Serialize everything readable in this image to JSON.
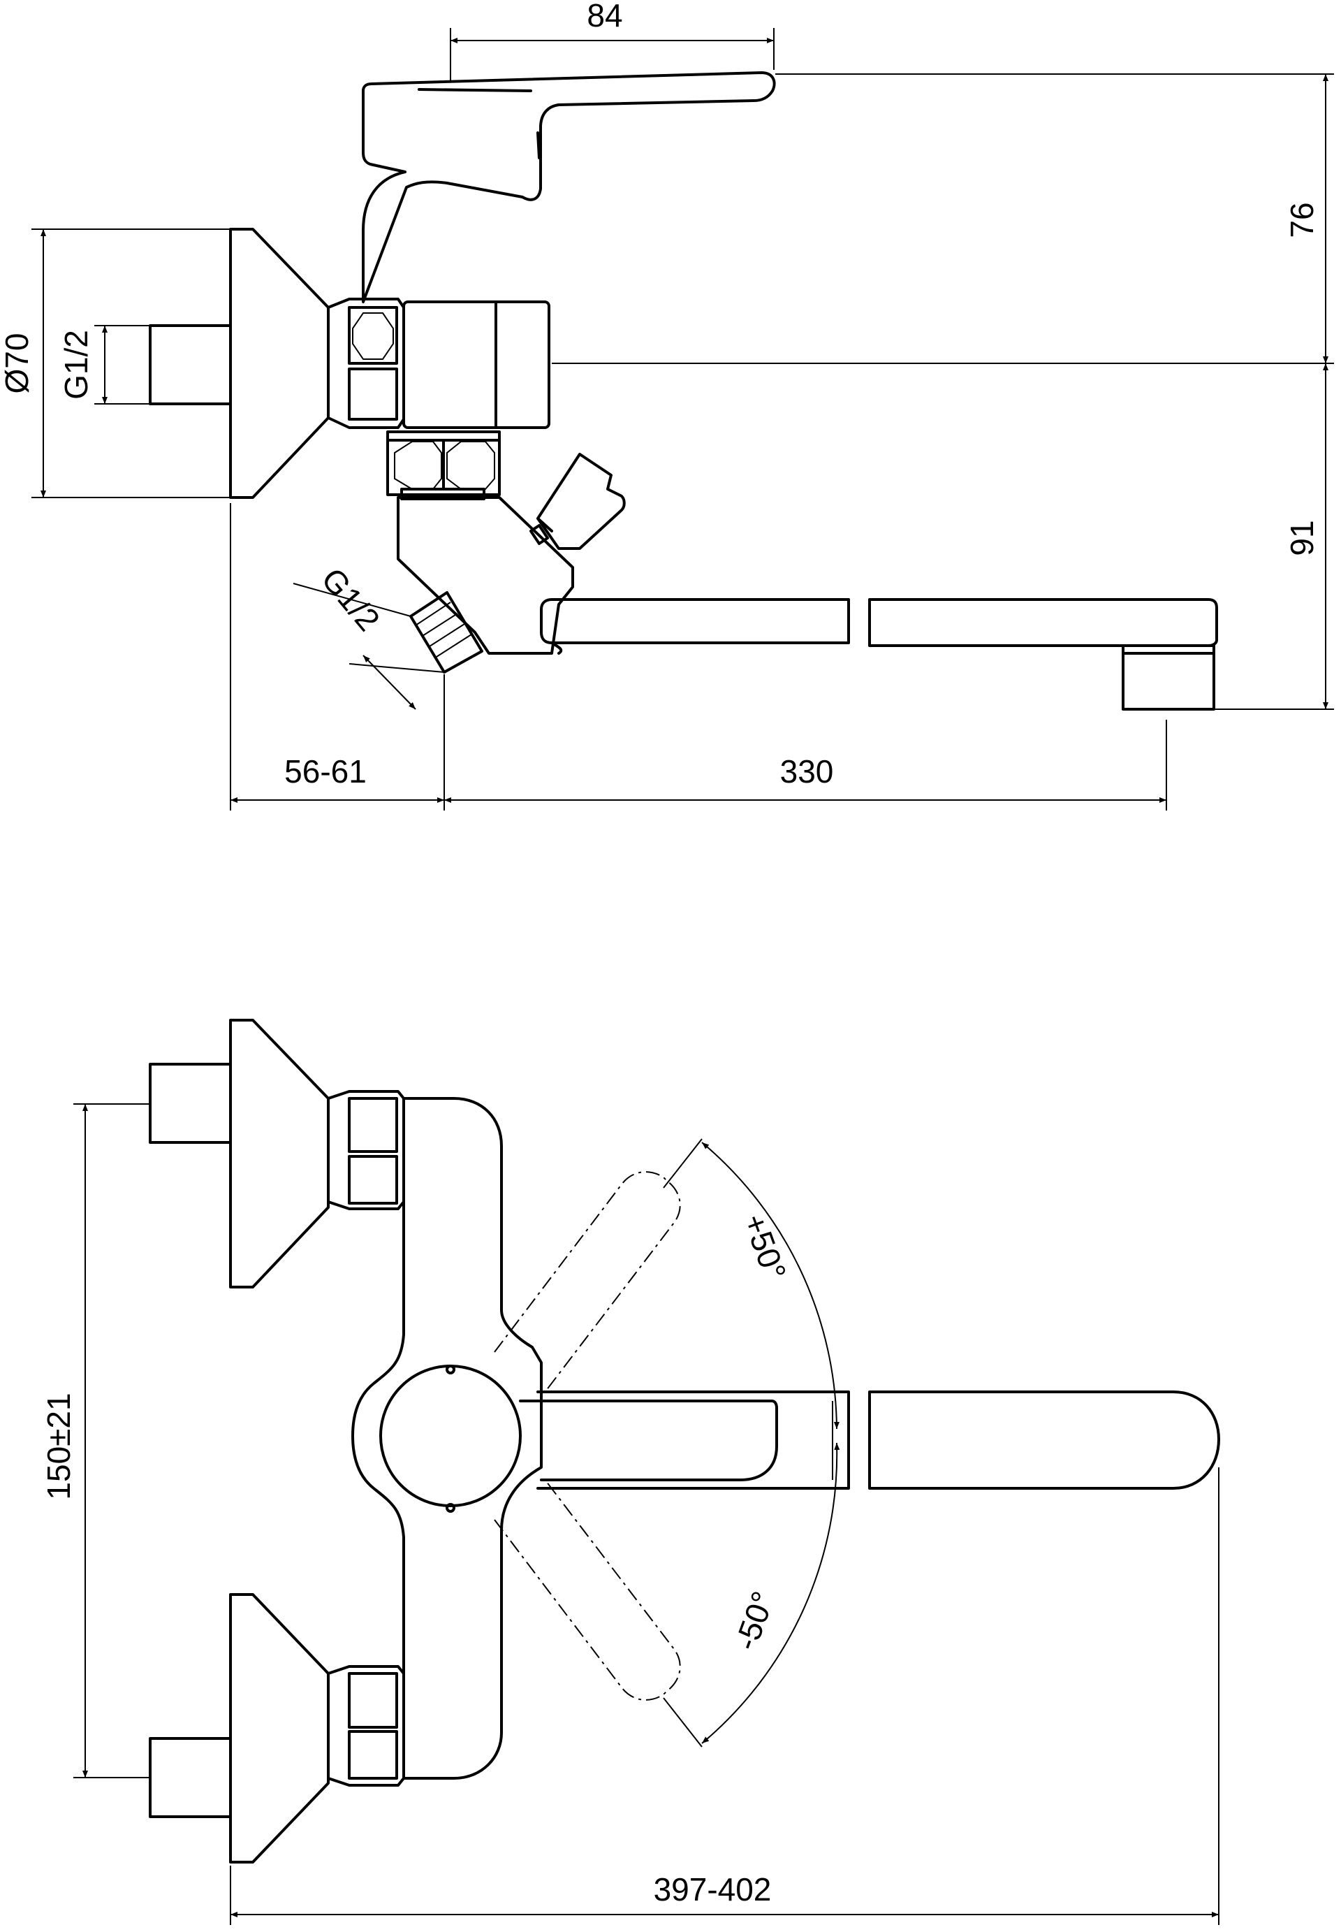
{
  "colors": {
    "stroke": "#000000",
    "background": "#ffffff"
  },
  "side_view": {
    "dims": {
      "top_84": "84",
      "right_76": "76",
      "right_91": "91",
      "left_dia70": "Ø70",
      "left_g12": "G1/2",
      "diag_g12": "G1/2",
      "bottom_56_61": "56-61",
      "bottom_330": "330"
    }
  },
  "top_view": {
    "dims": {
      "left_150": "150±21",
      "angle_plus": "+50°",
      "angle_minus": "-50°",
      "bottom_397_402": "397-402"
    }
  }
}
